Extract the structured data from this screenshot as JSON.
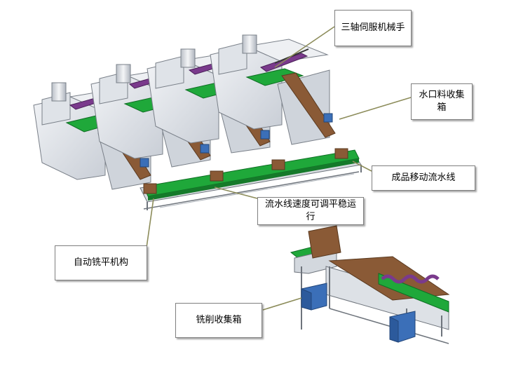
{
  "labels": {
    "robot_arm": "三轴伺服机械手",
    "water_gate_bin": "水口料收集箱",
    "product_conveyor": "成品移动流水线",
    "conveyor_speed": "流水线速度可调平稳运行",
    "auto_milling": "自动铣平机构",
    "chip_bin": "铣削收集箱"
  },
  "colors": {
    "machine_body": "#e6e9ee",
    "accent_green": "#1fa83a",
    "conveyor_brown": "#8a5a36",
    "frame_gray": "#9aa0a8",
    "bin_blue": "#3b6fb8",
    "arm_purple": "#7a3a8c",
    "leader_line": "#8c8c5a"
  }
}
